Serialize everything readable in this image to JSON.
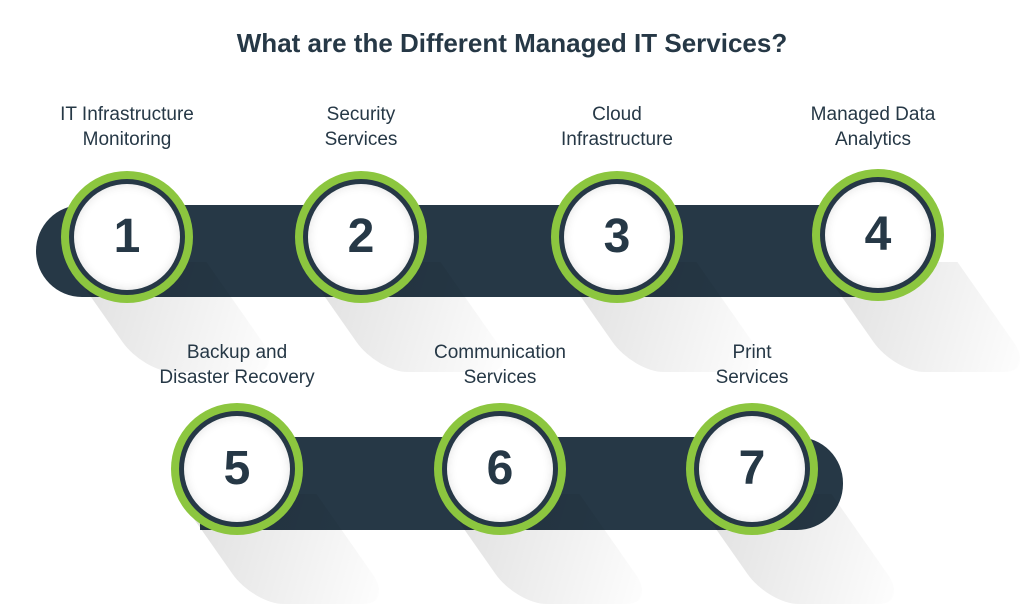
{
  "title": "What are the Different Managed IT Services?",
  "colors": {
    "dark": "#263846",
    "accent": "#8cc63f",
    "background": "#ffffff"
  },
  "services": [
    {
      "number": "1",
      "line1": "IT Infrastructure",
      "line2": "Monitoring"
    },
    {
      "number": "2",
      "line1": "Security",
      "line2": "Services"
    },
    {
      "number": "3",
      "line1": "Cloud",
      "line2": "Infrastructure"
    },
    {
      "number": "4",
      "line1": "Managed Data",
      "line2": "Analytics"
    },
    {
      "number": "5",
      "line1": "Backup and",
      "line2": "Disaster Recovery"
    },
    {
      "number": "6",
      "line1": "Communication",
      "line2": "Services"
    },
    {
      "number": "7",
      "line1": "Print",
      "line2": "Services"
    }
  ]
}
